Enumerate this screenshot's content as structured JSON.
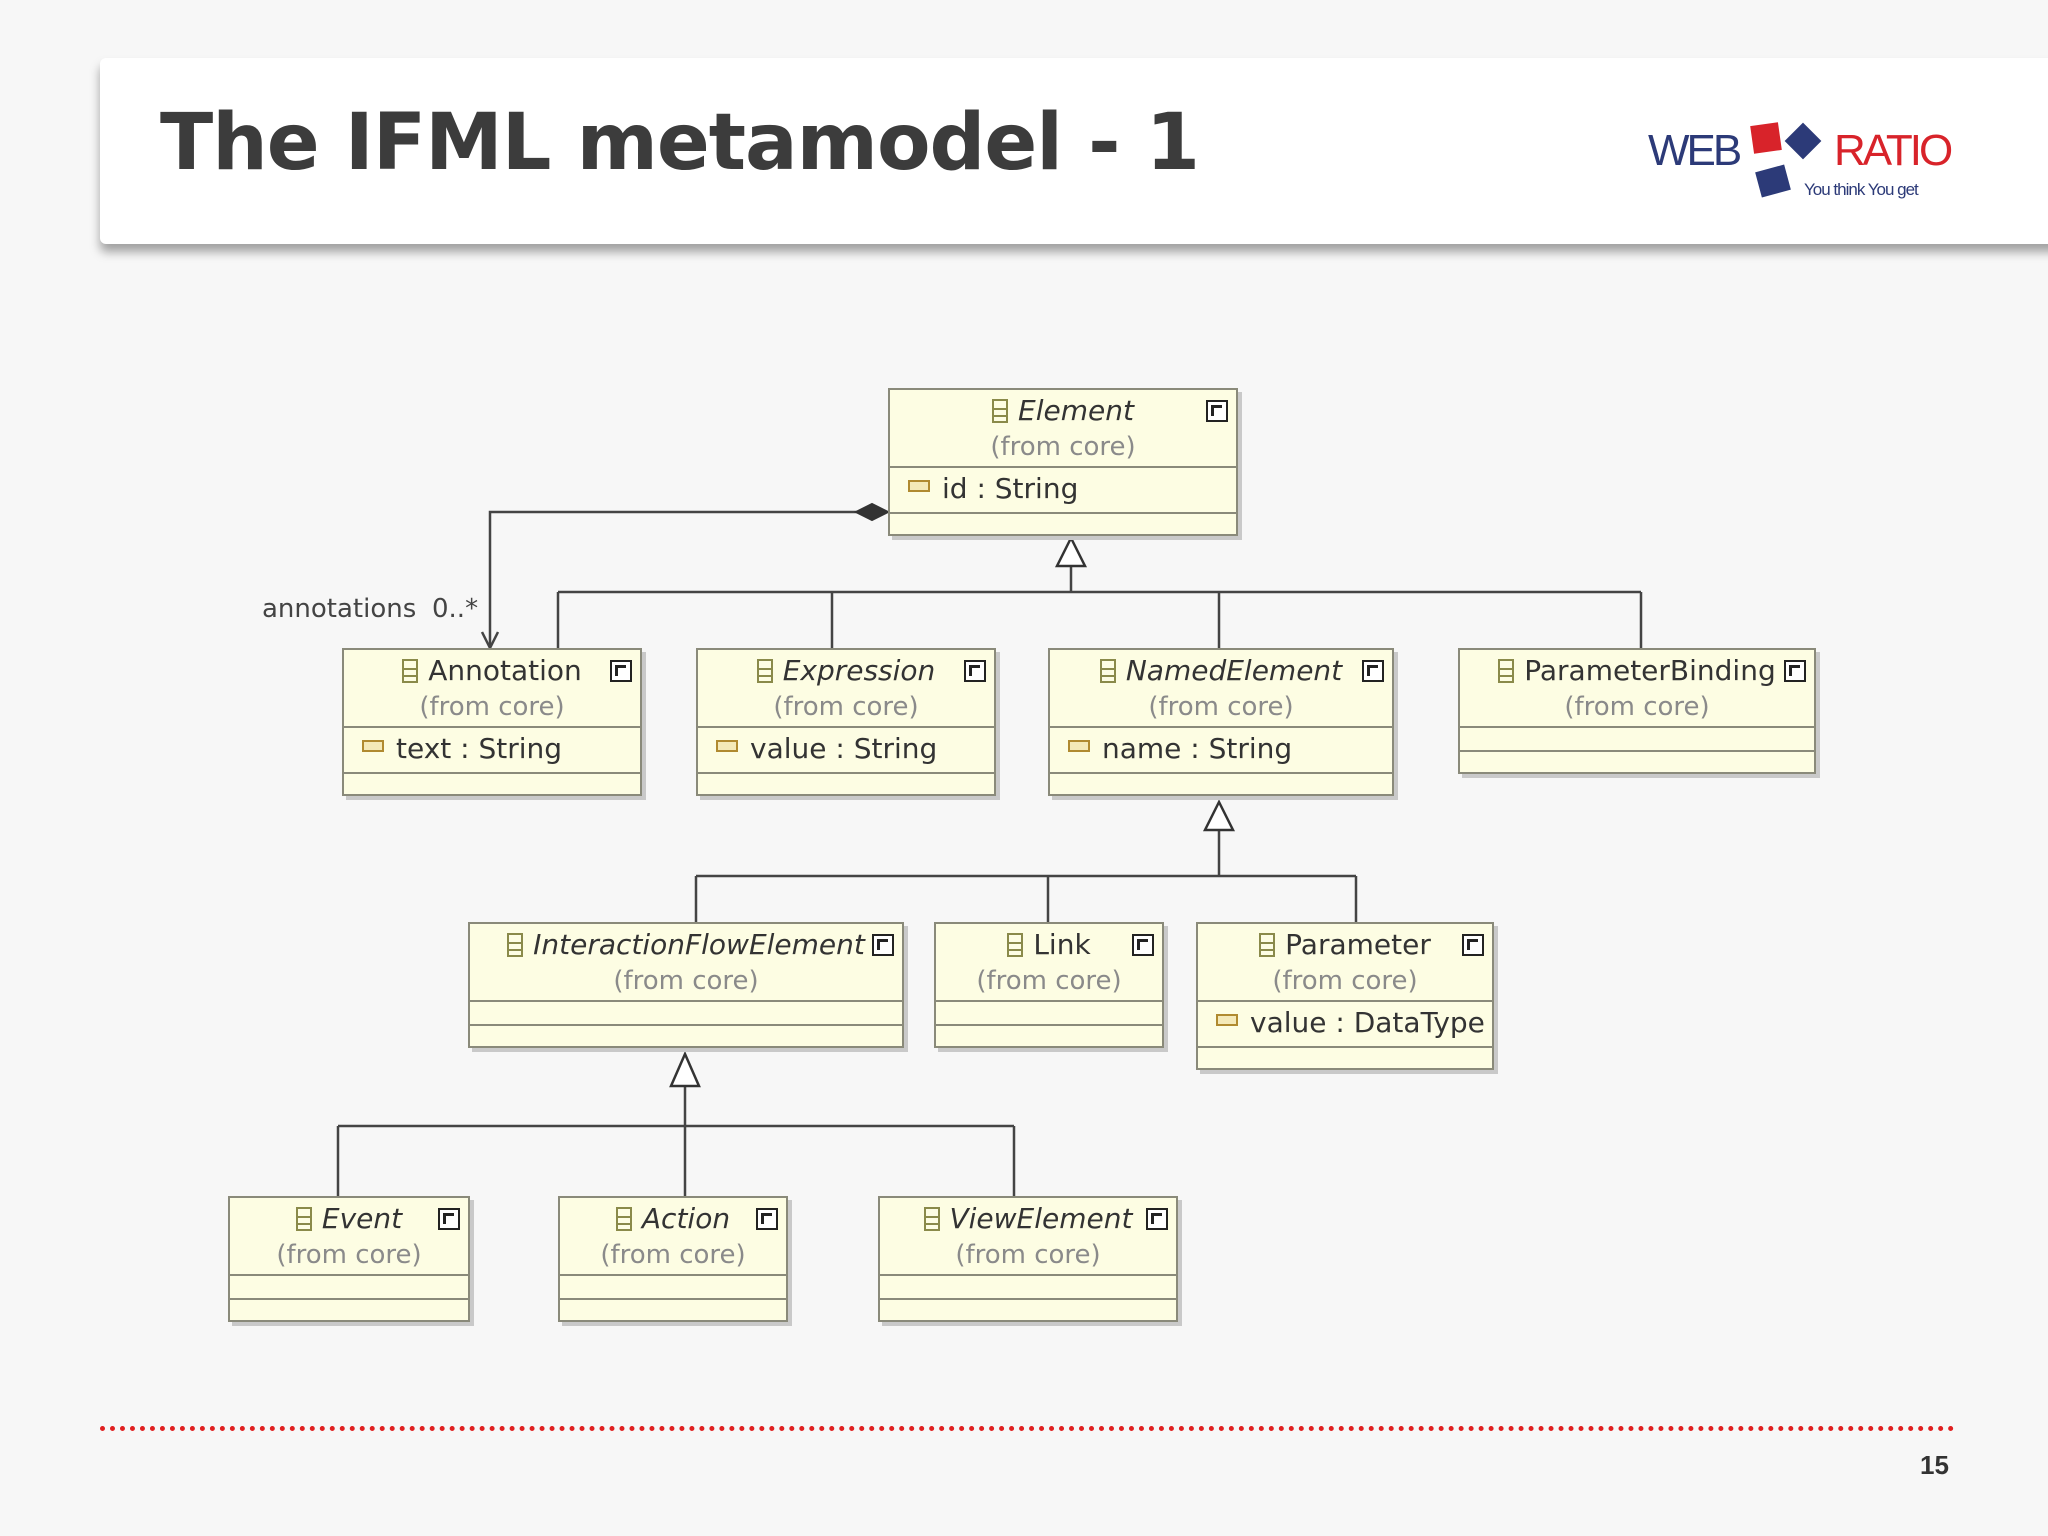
{
  "slide": {
    "title": "The IFML metamodel - 1",
    "page_number": "15"
  },
  "logo": {
    "web": "WEB",
    "ratio": "RATIO",
    "tagline": "You think You get"
  },
  "diagram": {
    "association_label": "annotations",
    "association_multiplicity": "0..*",
    "from_text": "(from core)",
    "classes": {
      "element": {
        "name": "Element",
        "attr": "id : String"
      },
      "annotation": {
        "name": "Annotation",
        "attr": "text : String"
      },
      "expression": {
        "name": "Expression",
        "attr": "value : String"
      },
      "named_element": {
        "name": "NamedElement",
        "attr": "name : String"
      },
      "parameter_binding": {
        "name": "ParameterBinding"
      },
      "interaction_flow_element": {
        "name": "InteractionFlowElement"
      },
      "link": {
        "name": "Link"
      },
      "parameter": {
        "name": "Parameter",
        "attr": "value : DataType"
      },
      "event": {
        "name": "Event"
      },
      "action": {
        "name": "Action"
      },
      "view_element": {
        "name": "ViewElement"
      }
    }
  },
  "colors": {
    "class_fill": "#fdfde3",
    "class_border": "#8a8a7a",
    "footer_line": "#e02020",
    "brand_red": "#d8232a",
    "brand_blue": "#2c3a78"
  }
}
